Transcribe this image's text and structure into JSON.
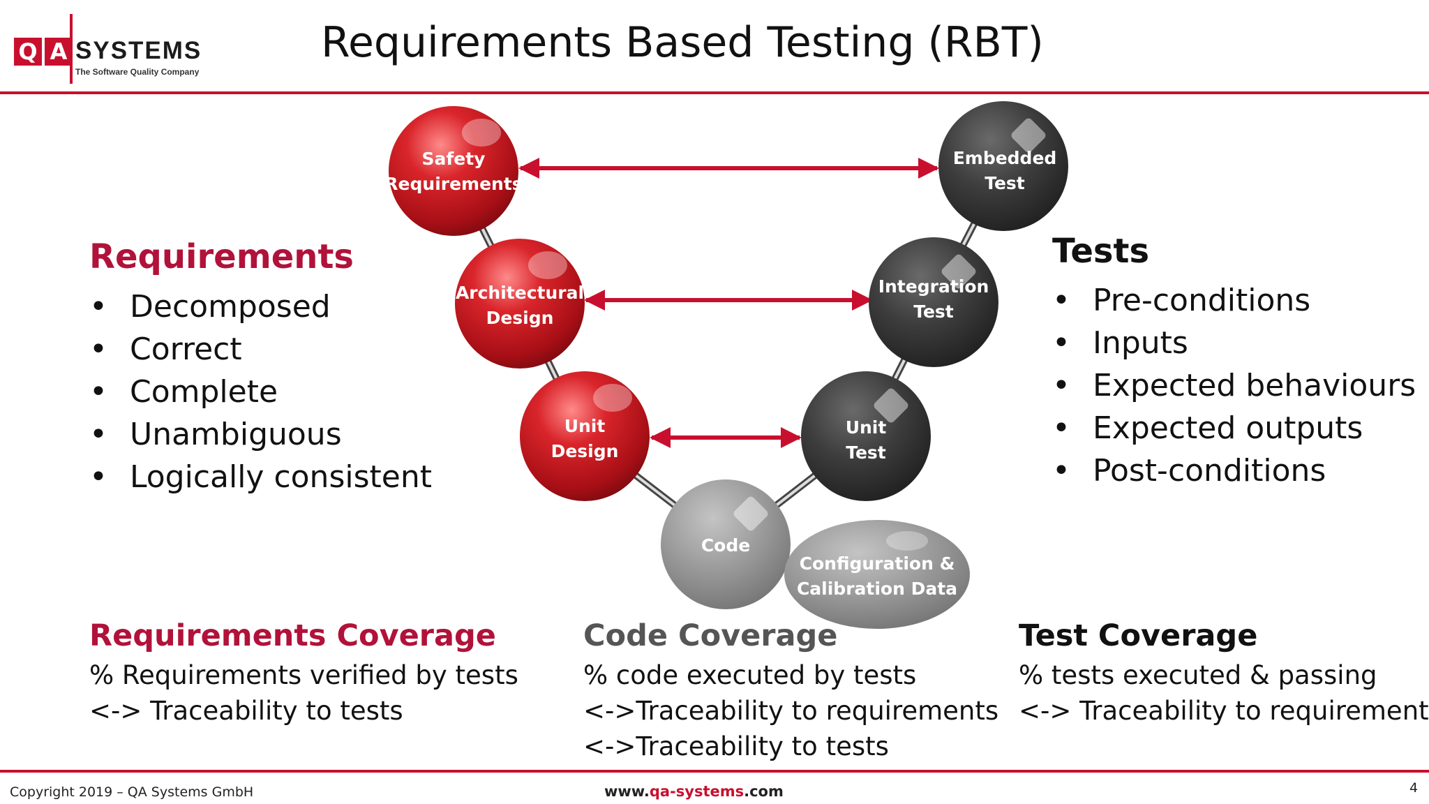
{
  "logo": {
    "q": "Q",
    "a": "A",
    "systems": "SYSTEMS",
    "tagline": "The Software Quality Company"
  },
  "title": "Requirements Based Testing (RBT)",
  "requirements": {
    "heading": "Requirements",
    "items": [
      "Decomposed",
      "Correct",
      "Complete",
      "Unambiguous",
      "Logically consistent"
    ]
  },
  "tests": {
    "heading": "Tests",
    "items": [
      "Pre-conditions",
      "Inputs",
      "Expected behaviours",
      "Expected outputs",
      "Post-conditions"
    ]
  },
  "diagram": {
    "left_nodes": [
      {
        "line1": "Safety",
        "line2": "Requirements"
      },
      {
        "line1": "Architectural",
        "line2": "Design"
      },
      {
        "line1": "Unit",
        "line2": "Design"
      }
    ],
    "right_nodes": [
      {
        "line1": "Embedded",
        "line2": "Test"
      },
      {
        "line1": "Integration",
        "line2": "Test"
      },
      {
        "line1": "Unit",
        "line2": "Test"
      }
    ],
    "code_node": "Code",
    "config_node": {
      "line1": "Configuration &",
      "line2": "Calibration Data"
    },
    "colors": {
      "requirements_red": "#c8102e",
      "test_dark": "#3a3a3a",
      "code_gray": "#8a8a8a"
    }
  },
  "coverage": {
    "requirements": {
      "heading": "Requirements Coverage",
      "lines": [
        "% Requirements verified by tests",
        "<-> Traceability to tests"
      ]
    },
    "code": {
      "heading": "Code Coverage",
      "lines": [
        "% code executed by tests",
        "<->Traceability to requirements",
        "<->Traceability to tests"
      ]
    },
    "test": {
      "heading": "Test Coverage",
      "lines": [
        "% tests executed & passing",
        "<-> Traceability to requirements"
      ]
    }
  },
  "footer": {
    "copyright": "Copyright 2019 – QA Systems GmbH",
    "url_prefix": "www.",
    "url_mid": "qa-systems",
    "url_suffix": ".com",
    "page": "4"
  }
}
